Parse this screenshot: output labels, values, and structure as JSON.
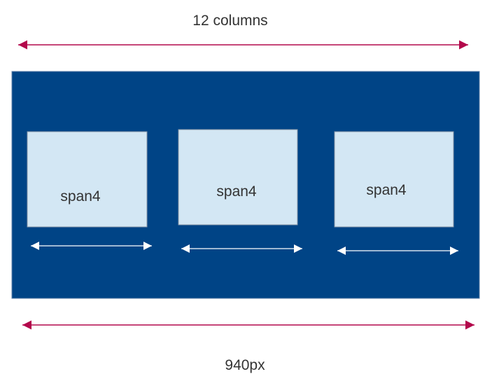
{
  "top_label": "12 columns",
  "bottom_label": "940px",
  "columns": [
    {
      "label": "span4"
    },
    {
      "label": "span4"
    },
    {
      "label": "span4"
    }
  ],
  "colors": {
    "container_fill": "#004486",
    "column_fill": "#d3e7f4",
    "column_border": "#8a96a6",
    "measure_arrow": "#b3084b",
    "inner_arrow": "#ffffff",
    "text": "#333333"
  }
}
